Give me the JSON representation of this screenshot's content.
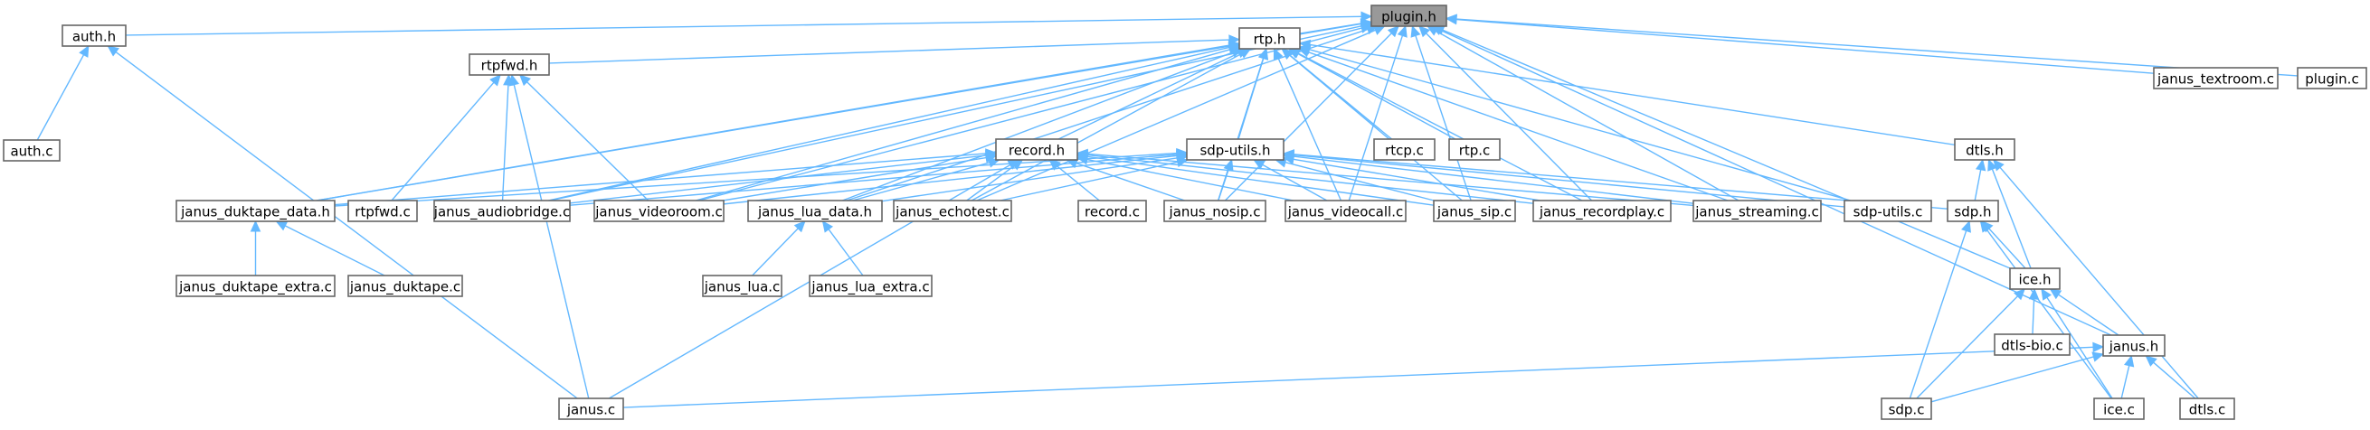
{
  "nodes": [
    {
      "id": "plugin_h",
      "label": "plugin.h",
      "root": true
    },
    {
      "id": "auth_h",
      "label": "auth.h"
    },
    {
      "id": "auth_c",
      "label": "auth.c"
    },
    {
      "id": "rtp_h",
      "label": "rtp.h"
    },
    {
      "id": "janus_textroom_c",
      "label": "janus_textroom.c"
    },
    {
      "id": "plugin_c",
      "label": "plugin.c"
    },
    {
      "id": "rtpfwd_h",
      "label": "rtpfwd.h"
    },
    {
      "id": "rtcp_c",
      "label": "rtcp.c"
    },
    {
      "id": "rtp_c",
      "label": "rtp.c"
    },
    {
      "id": "dtls_h",
      "label": "dtls.h"
    },
    {
      "id": "record_h",
      "label": "record.h"
    },
    {
      "id": "sdp_utils_h",
      "label": "sdp-utils.h"
    },
    {
      "id": "janus_duktape_data_h",
      "label": "janus_duktape_data.h"
    },
    {
      "id": "rtpfwd_c",
      "label": "rtpfwd.c"
    },
    {
      "id": "janus_audiobridge_c",
      "label": "janus_audiobridge.c"
    },
    {
      "id": "janus_videoroom_c",
      "label": "janus_videoroom.c"
    },
    {
      "id": "janus_lua_data_h",
      "label": "janus_lua_data.h"
    },
    {
      "id": "janus_echotest_c",
      "label": "janus_echotest.c"
    },
    {
      "id": "record_c",
      "label": "record.c"
    },
    {
      "id": "janus_nosip_c",
      "label": "janus_nosip.c"
    },
    {
      "id": "janus_videocall_c",
      "label": "janus_videocall.c"
    },
    {
      "id": "janus_sip_c",
      "label": "janus_sip.c"
    },
    {
      "id": "janus_recordplay_c",
      "label": "janus_recordplay.c"
    },
    {
      "id": "janus_streaming_c",
      "label": "janus_streaming.c"
    },
    {
      "id": "sdp_utils_c",
      "label": "sdp-utils.c"
    },
    {
      "id": "sdp_h",
      "label": "sdp.h"
    },
    {
      "id": "janus_duktape_extra_c",
      "label": "janus_duktape_extra.c"
    },
    {
      "id": "janus_duktape_c",
      "label": "janus_duktape.c"
    },
    {
      "id": "janus_lua_c",
      "label": "janus_lua.c"
    },
    {
      "id": "janus_lua_extra_c",
      "label": "janus_lua_extra.c"
    },
    {
      "id": "ice_h",
      "label": "ice.h"
    },
    {
      "id": "dtls_bio_c",
      "label": "dtls-bio.c"
    },
    {
      "id": "janus_h",
      "label": "janus.h"
    },
    {
      "id": "janus_c",
      "label": "janus.c"
    },
    {
      "id": "sdp_c",
      "label": "sdp.c"
    },
    {
      "id": "ice_c",
      "label": "ice.c"
    },
    {
      "id": "dtls_c",
      "label": "dtls.c"
    }
  ],
  "edges": [
    [
      "auth_h",
      "plugin_h"
    ],
    [
      "rtp_h",
      "plugin_h"
    ],
    [
      "janus_textroom_c",
      "plugin_h"
    ],
    [
      "plugin_c",
      "plugin_h"
    ],
    [
      "janus_duktape_data_h",
      "plugin_h"
    ],
    [
      "janus_audiobridge_c",
      "plugin_h"
    ],
    [
      "janus_videoroom_c",
      "plugin_h"
    ],
    [
      "janus_lua_data_h",
      "plugin_h"
    ],
    [
      "janus_echotest_c",
      "plugin_h"
    ],
    [
      "janus_nosip_c",
      "plugin_h"
    ],
    [
      "janus_videocall_c",
      "plugin_h"
    ],
    [
      "janus_sip_c",
      "plugin_h"
    ],
    [
      "janus_recordplay_c",
      "plugin_h"
    ],
    [
      "janus_streaming_c",
      "plugin_h"
    ],
    [
      "ice_h",
      "plugin_h"
    ],
    [
      "janus_h",
      "plugin_h"
    ],
    [
      "auth_c",
      "auth_h"
    ],
    [
      "janus_c",
      "auth_h"
    ],
    [
      "rtpfwd_h",
      "rtp_h"
    ],
    [
      "rtcp_c",
      "rtp_h"
    ],
    [
      "rtp_c",
      "rtp_h"
    ],
    [
      "dtls_h",
      "rtp_h"
    ],
    [
      "record_h",
      "rtp_h"
    ],
    [
      "sdp_utils_h",
      "rtp_h"
    ],
    [
      "janus_duktape_data_h",
      "rtp_h"
    ],
    [
      "janus_audiobridge_c",
      "rtp_h"
    ],
    [
      "janus_videoroom_c",
      "rtp_h"
    ],
    [
      "janus_lua_data_h",
      "rtp_h"
    ],
    [
      "janus_echotest_c",
      "rtp_h"
    ],
    [
      "janus_nosip_c",
      "rtp_h"
    ],
    [
      "janus_videocall_c",
      "rtp_h"
    ],
    [
      "janus_sip_c",
      "rtp_h"
    ],
    [
      "janus_recordplay_c",
      "rtp_h"
    ],
    [
      "janus_streaming_c",
      "rtp_h"
    ],
    [
      "sdp_utils_c",
      "rtp_h"
    ],
    [
      "rtpfwd_c",
      "rtpfwd_h"
    ],
    [
      "janus_audiobridge_c",
      "rtpfwd_h"
    ],
    [
      "janus_videoroom_c",
      "rtpfwd_h"
    ],
    [
      "janus_c",
      "rtpfwd_h"
    ],
    [
      "sdp_h",
      "dtls_h"
    ],
    [
      "ice_h",
      "dtls_h"
    ],
    [
      "dtls_c",
      "dtls_h"
    ],
    [
      "janus_duktape_data_h",
      "record_h"
    ],
    [
      "janus_audiobridge_c",
      "record_h"
    ],
    [
      "janus_videoroom_c",
      "record_h"
    ],
    [
      "janus_lua_data_h",
      "record_h"
    ],
    [
      "janus_echotest_c",
      "record_h"
    ],
    [
      "record_c",
      "record_h"
    ],
    [
      "janus_nosip_c",
      "record_h"
    ],
    [
      "janus_videocall_c",
      "record_h"
    ],
    [
      "janus_sip_c",
      "record_h"
    ],
    [
      "janus_recordplay_c",
      "record_h"
    ],
    [
      "janus_streaming_c",
      "record_h"
    ],
    [
      "janus_c",
      "record_h"
    ],
    [
      "janus_duktape_data_h",
      "sdp_utils_h"
    ],
    [
      "janus_audiobridge_c",
      "sdp_utils_h"
    ],
    [
      "janus_videoroom_c",
      "sdp_utils_h"
    ],
    [
      "janus_lua_data_h",
      "sdp_utils_h"
    ],
    [
      "janus_echotest_c",
      "sdp_utils_h"
    ],
    [
      "janus_nosip_c",
      "sdp_utils_h"
    ],
    [
      "janus_videocall_c",
      "sdp_utils_h"
    ],
    [
      "janus_sip_c",
      "sdp_utils_h"
    ],
    [
      "janus_recordplay_c",
      "sdp_utils_h"
    ],
    [
      "janus_streaming_c",
      "sdp_utils_h"
    ],
    [
      "sdp_utils_c",
      "sdp_utils_h"
    ],
    [
      "sdp_h",
      "sdp_utils_h"
    ],
    [
      "janus_duktape_extra_c",
      "janus_duktape_data_h"
    ],
    [
      "janus_duktape_c",
      "janus_duktape_data_h"
    ],
    [
      "janus_lua_c",
      "janus_lua_data_h"
    ],
    [
      "janus_lua_extra_c",
      "janus_lua_data_h"
    ],
    [
      "ice_h",
      "sdp_h"
    ],
    [
      "sdp_c",
      "sdp_h"
    ],
    [
      "ice_c",
      "sdp_h"
    ],
    [
      "dtls_bio_c",
      "ice_h"
    ],
    [
      "janus_h",
      "ice_h"
    ],
    [
      "sdp_c",
      "ice_h"
    ],
    [
      "ice_c",
      "ice_h"
    ],
    [
      "janus_c",
      "janus_h"
    ],
    [
      "sdp_c",
      "janus_h"
    ],
    [
      "ice_c",
      "janus_h"
    ],
    [
      "dtls_c",
      "janus_h"
    ]
  ]
}
